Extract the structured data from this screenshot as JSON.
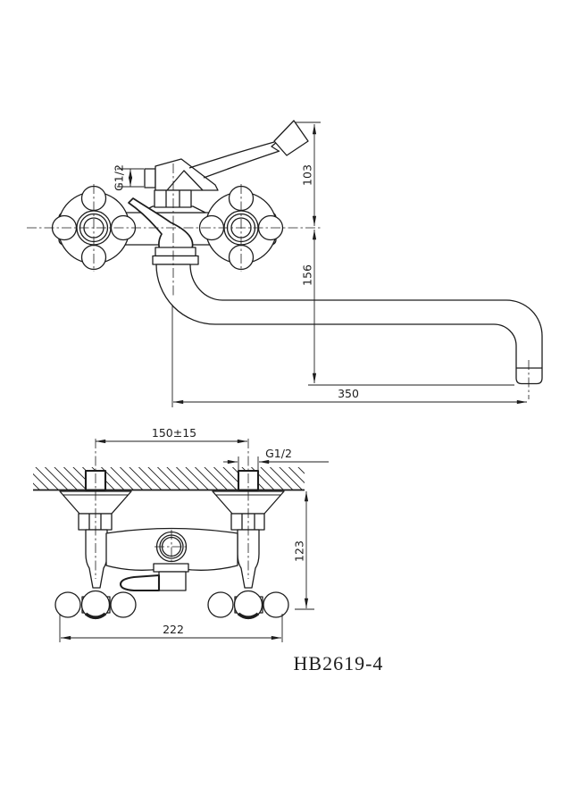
{
  "model_label": "HB2619-4",
  "colors": {
    "line": "#1d1d1d",
    "background": "#ffffff"
  },
  "side_view": {
    "thread": "G1/2",
    "lever_height": "103",
    "spout_drop": "156",
    "spout_reach": "350"
  },
  "installation_view": {
    "hole_spacing": "150±15",
    "thread": "G1/2",
    "mount_depth": "123",
    "body_width": "222"
  }
}
